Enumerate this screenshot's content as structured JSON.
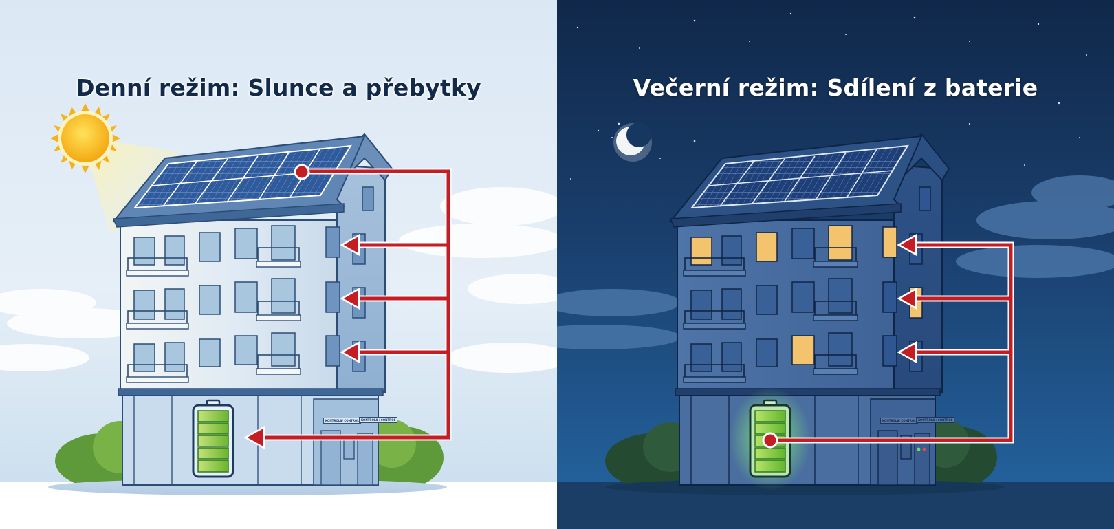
{
  "day_panel": {
    "title": "Denní režim: Slunce a přebytky",
    "mode": "day",
    "sky_colors": [
      "#dce9f5",
      "#e9f1f8",
      "#cfe1f0"
    ],
    "celestial_icon": "sun-icon",
    "battery_state": "full",
    "flow_direction": "solar-panel-to-apartments-and-battery",
    "cabinet_labels": [
      "KONTROLA/ CONTROL",
      "KONTROLA / CONTROL"
    ],
    "arrow_color": "#c41e24",
    "arrow_targets": [
      "floor-3-window",
      "floor-2-window",
      "floor-1-window",
      "battery"
    ]
  },
  "night_panel": {
    "title": "Večerní režim: Sdílení z baterie",
    "mode": "night",
    "sky_colors": [
      "#0f2545",
      "#1a3d6b",
      "#20568a"
    ],
    "celestial_icon": "crescent-moon-icon",
    "battery_state": "full-glowing",
    "flow_direction": "battery-to-apartments",
    "cabinet_labels": [
      "KONTROLA/ CONTROL",
      "KONTROLA / CONTROL"
    ],
    "arrow_color": "#c41e24",
    "arrow_targets": [
      "floor-3-window",
      "floor-2-window",
      "floor-1-window"
    ],
    "lit_window_color": "#f3c46d"
  }
}
